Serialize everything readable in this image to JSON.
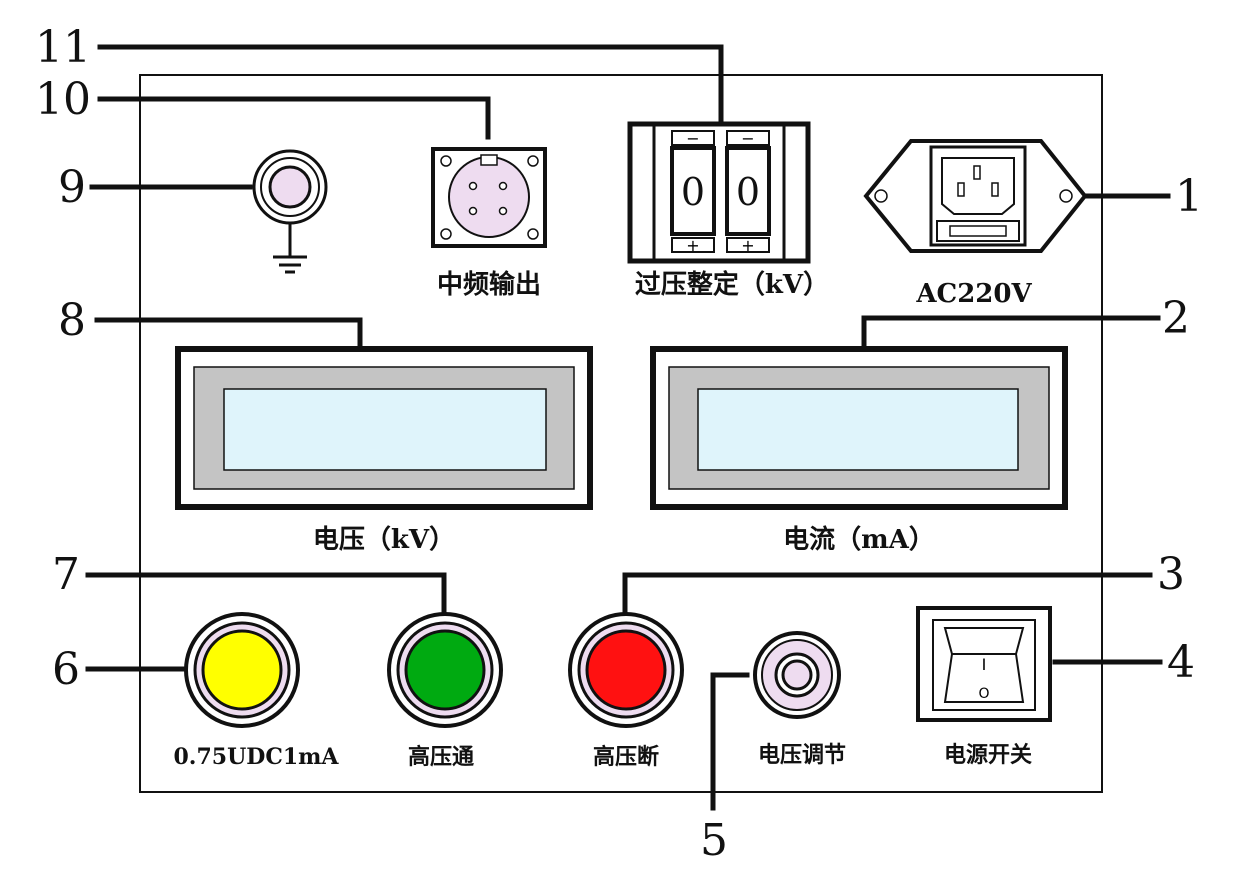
{
  "callouts": {
    "c1": "1",
    "c2": "2",
    "c3": "3",
    "c4": "4",
    "c5": "5",
    "c6": "6",
    "c7": "7",
    "c8": "8",
    "c9": "9",
    "c10": "10",
    "c11": "11"
  },
  "labels": {
    "mf_output": "中频输出",
    "overvoltage": "过压整定（kV）",
    "ac_power": "AC220V",
    "voltage_meter": "电压（kV）",
    "current_meter": "电流（mA）",
    "btn_075": "0.75UDC1mA",
    "btn_hv_on": "高压通",
    "btn_hv_off": "高压断",
    "voltage_adjust": "电压调节",
    "power_switch": "电源开关"
  },
  "thumbwheel": {
    "digit1": "0",
    "digit2": "0",
    "minus_symbol": "−",
    "plus_symbol": "+"
  },
  "switch_marks": {
    "on": "I",
    "off": "O"
  },
  "colors": {
    "yellow_button": "#ffff00",
    "green_button": "#00aa11",
    "red_button": "#ff1111",
    "indicator_fill": "#eedcf0",
    "lcd_bezel": "#c4c4c4",
    "lcd_screen": "#dff4fb"
  },
  "icons": [
    "ground-symbol-icon",
    "ac-inlet-socket-icon",
    "aviation-connector-icon",
    "rocker-switch-icon"
  ]
}
